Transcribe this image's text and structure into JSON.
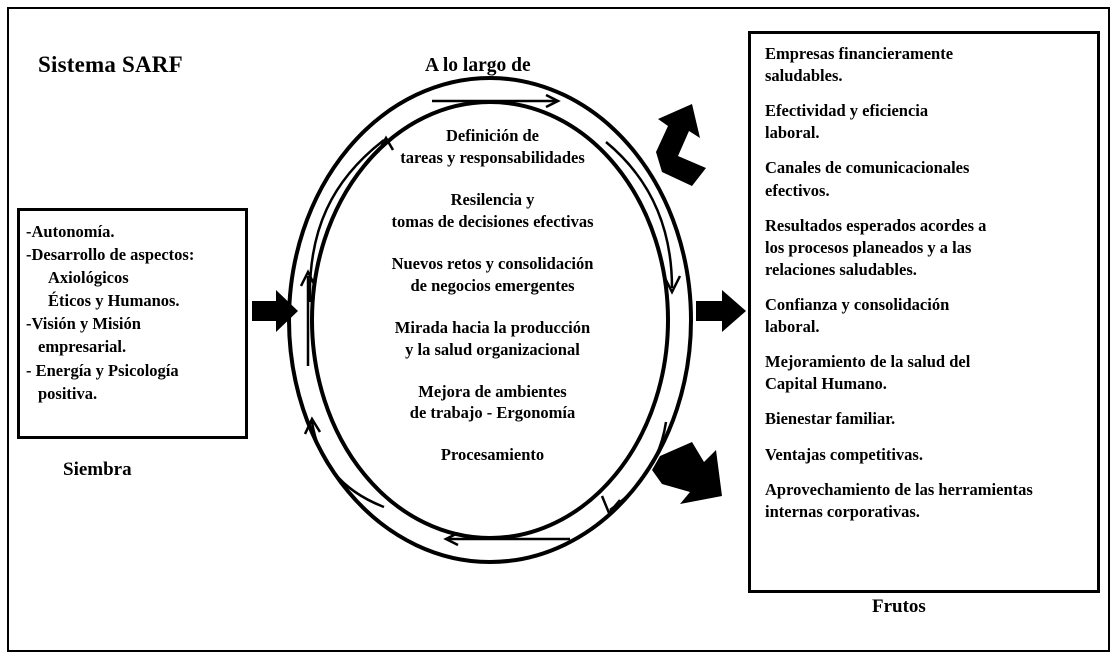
{
  "title": "Sistema SARF",
  "stages": {
    "input_label": "Siembra",
    "process_label": "A lo largo de",
    "output_label": "Frutos"
  },
  "input_box": {
    "lines": [
      "-Autonomía.",
      "-Desarrollo de aspectos:",
      "Axiológicos",
      "Éticos y Humanos.",
      "-Visión y Misión",
      "empresarial.",
      "- Energía y Psicología",
      "positiva."
    ]
  },
  "process_oval": {
    "items": [
      [
        "Definición de",
        "tareas y responsabilidades"
      ],
      [
        "Resilencia y",
        "tomas de decisiones efectivas"
      ],
      [
        "Nuevos retos y consolidación",
        "de negocios emergentes"
      ],
      [
        "Mirada hacia la producción",
        "y la salud organizacional"
      ],
      [
        "Mejora de ambientes",
        "de trabajo - Ergonomía"
      ],
      [
        "Procesamiento"
      ]
    ]
  },
  "output_box": {
    "items": [
      [
        "Empresas financieramente",
        "saludables."
      ],
      [
        "Efectividad y eficiencia",
        "laboral."
      ],
      [
        "Canales de comunicacionales",
        "efectivos."
      ],
      [
        "Resultados esperados acordes a",
        "los procesos planeados y a las",
        "relaciones saludables."
      ],
      [
        "Confianza y consolidación",
        "laboral."
      ],
      [
        "Mejoramiento de la salud del",
        "Capital Humano."
      ],
      [
        "Bienestar familiar."
      ],
      [
        "Ventajas competitivas."
      ],
      [
        "Aprovechamiento de las herramientas",
        "internas corporativas."
      ]
    ]
  },
  "icons": {
    "arrow_input": "arrow-right-solid",
    "arrow_output": "arrow-right-solid",
    "arrow_output_up": "arrow-up-right-solid",
    "arrow_output_down": "arrow-down-right-solid",
    "cycle_top": "arrow-right-thin",
    "cycle_bottom": "arrow-left-thin",
    "cycle_left": "arrow-up-thin",
    "cycle_right": "arrow-down-thin"
  },
  "colors": {
    "stroke": "#000000",
    "background": "#ffffff"
  }
}
